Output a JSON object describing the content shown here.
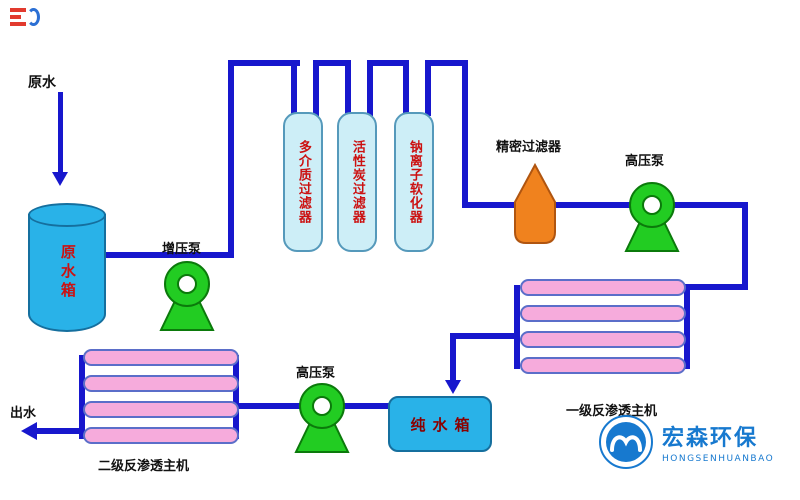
{
  "labels": {
    "raw_water": "原水",
    "raw_water_tank": "原水箱",
    "booster_pump": "增压泵",
    "filter_media": "多介质过滤器",
    "filter_carbon": "活性炭过滤器",
    "filter_softener": "钠离子软化器",
    "precision_filter": "精密过滤器",
    "hp_pump_1": "高压泵",
    "ro_stage1": "一级反渗透主机",
    "pure_water_tank": "纯水箱",
    "hp_pump_2": "高压泵",
    "ro_stage2": "二级反渗透主机",
    "outlet": "出水"
  },
  "logo": {
    "name_cn": "宏森环保",
    "name_en": "HONGSENHUANBAO"
  },
  "colors": {
    "pipe": "#1717cd",
    "tank-fill": "#29b2e8",
    "tank-border": "#156f9e",
    "filter-fill": "#cdeef7",
    "filter-border": "#5599bb",
    "pump-green": "#22cc22",
    "pump-dark": "#0b7a0b",
    "precision-orange": "#f0821e",
    "tube-pink": "#f6abdc",
    "tube-border": "#5b6ec9",
    "label-red": "#cc1111",
    "label-dark-red": "#8b0000",
    "logo-blue": "#1779cf",
    "text-black": "#111111"
  }
}
